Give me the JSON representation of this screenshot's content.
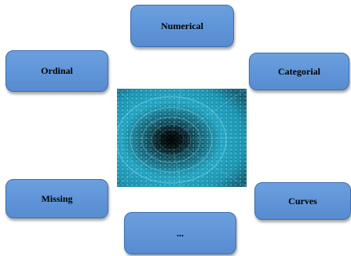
{
  "boxes": {
    "numerical": "Numerical",
    "ordinal": "Ordinal",
    "categorial": "Categorial",
    "missing": "Missing",
    "curves": "Curves",
    "more": "..."
  },
  "colors": {
    "box_fill": "#6b9fde",
    "box_border": "#3f6fae",
    "tunnel_dark": "#02151c",
    "tunnel_cyan": "#20c8e8"
  },
  "image": {
    "subject": "digital-binary-tunnel"
  }
}
